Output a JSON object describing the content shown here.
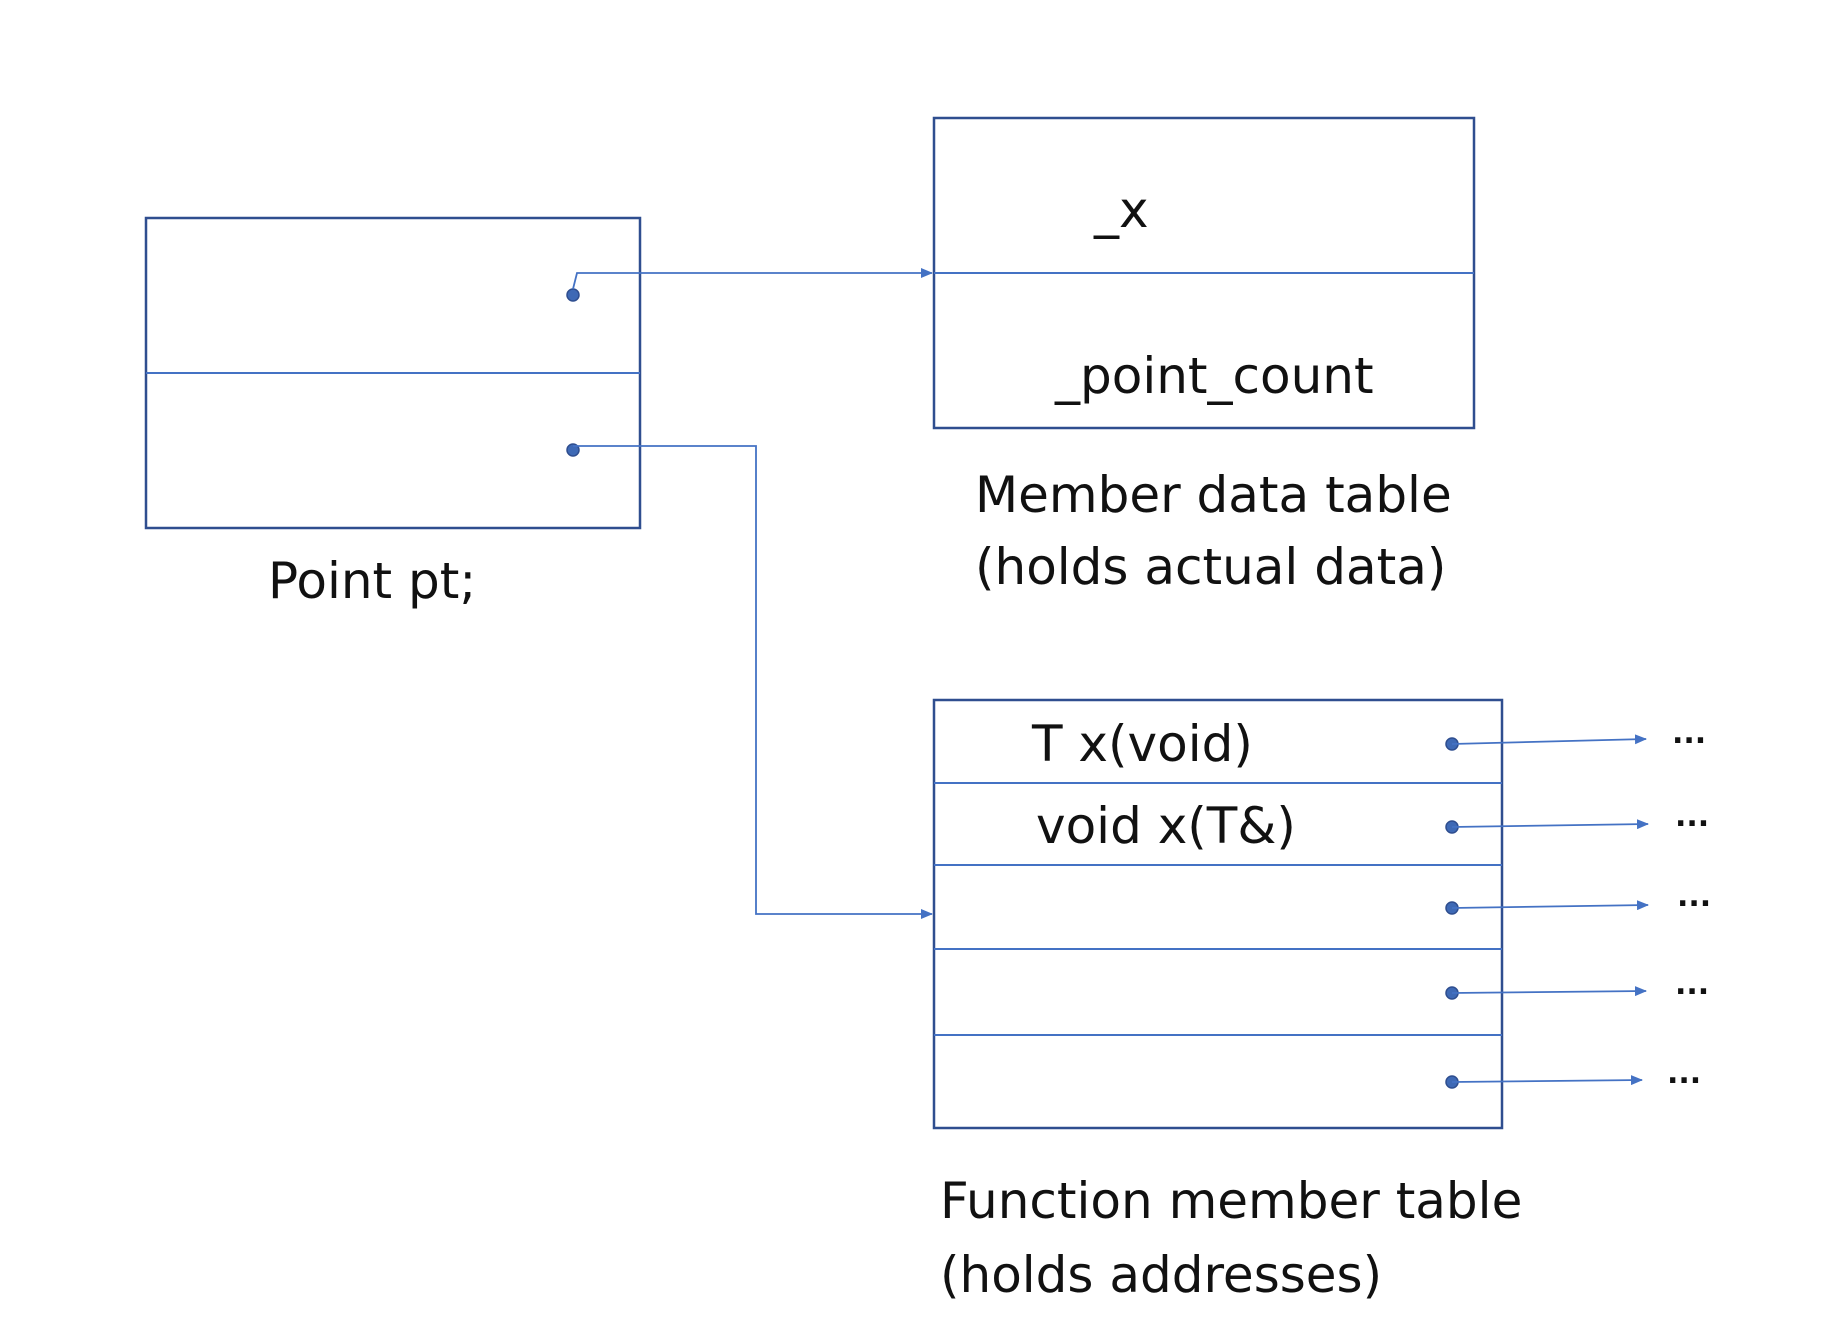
{
  "colors": {
    "box_stroke": "#2f4e8f",
    "connector": "#4472c4",
    "text": "#111111"
  },
  "point_box": {
    "caption": "Point pt;"
  },
  "member_data_table": {
    "rows": [
      "_x",
      "_point_count"
    ],
    "caption_line1": "Member data table",
    "caption_line2": "(holds actual data)"
  },
  "function_member_table": {
    "rows": [
      "T x(void)",
      "void x(T&)",
      "",
      "",
      ""
    ],
    "pointer_targets": [
      "...",
      "...",
      "...",
      "...",
      "..."
    ],
    "caption_line1": "Function member table",
    "caption_line2": "(holds addresses)"
  }
}
